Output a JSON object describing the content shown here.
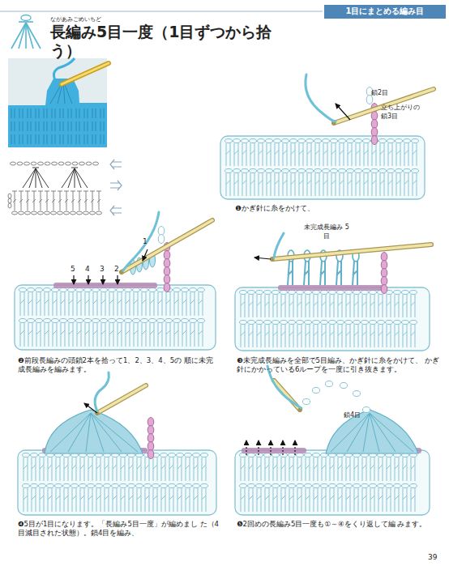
{
  "diagram": {
    "title": "長編み5目一度（1目ずつから拾う）",
    "nodes": [
      {
        "text": [
          "1目にまとめる編み目"
        ]
      }
    ],
    "labels": [
      "ながあみごめいちど",
      "鎖2目",
      "立ち上がりの 鎖3目",
      "❶かぎ針に糸をかけて、",
      "1",
      "5",
      "4",
      "3",
      "2",
      "❷前段長編みの頭鎖2本を拾って1、2、3、4、5の 順に未完成長編みを編みます。",
      "未完成長編み 5目",
      "❸未完成長編みを全部で5目編み、かぎ針に糸をかけて、 かぎ針にかかっている6ループを一度に引き抜きます。",
      "❹5目が1目になります。「長編み5目一度」が編めまし た（4目減目された状態）。鎖4目を編み、",
      "鎖4目",
      "❺2回めの長編み5目一度も①～④をくり返して編 みます。",
      "39"
    ]
  }
}
